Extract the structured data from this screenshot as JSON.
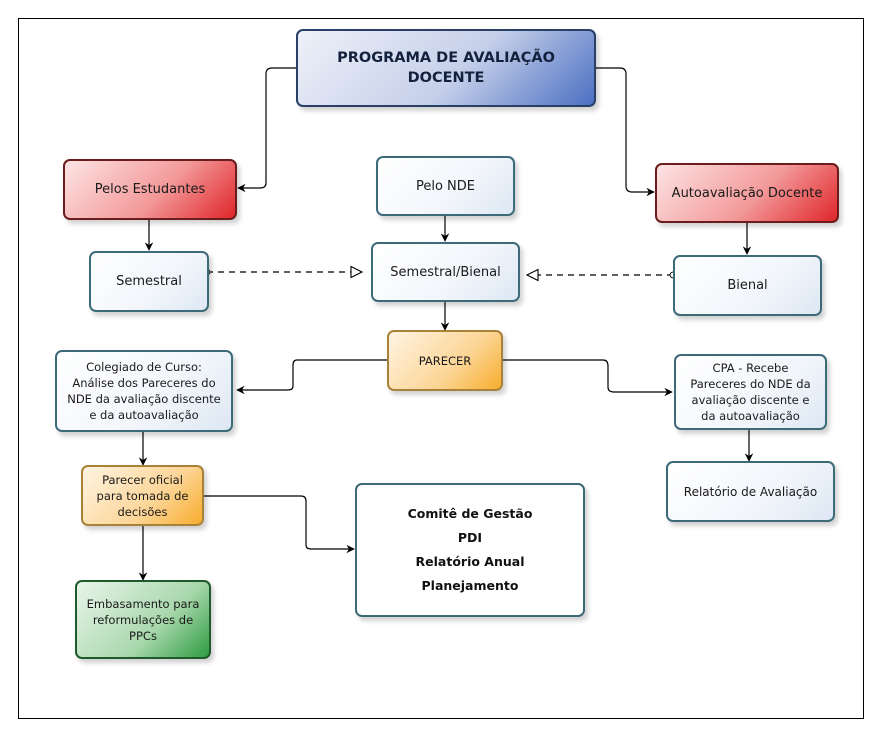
{
  "diagram": {
    "title": "PROGRAMA DE AVALIAÇÃO\nDOCENTE",
    "nodes": {
      "pelos_estudantes": "Pelos Estudantes",
      "pelo_nde": "Pelo NDE",
      "autoavaliacao_docente": "Autoavaliação Docente",
      "semestral": "Semestral",
      "semestral_bienal": "Semestral/Bienal",
      "bienal": "Bienal",
      "parecer": "PARECER",
      "colegiado": "Colegiado  de Curso:\nAnálise dos Pareceres do\nNDE da avaliação discente\ne da autoavaliação",
      "cpa": "CPA - Recebe\nPareceres do NDE da\navaliação discente e\nda autoavaliação",
      "relatorio_avaliacao": "Relatório de  Avaliação",
      "parecer_oficial": "Parecer oficial\npara tomada de\ndecisões",
      "embasamento": "Embasamento para\nreformulações de\nPPCs",
      "comite": "Comitê de Gestão\nPDI\nRelatório Anual\nPlanejamento"
    },
    "colors": {
      "title_fill": "#4b6fc2",
      "red_fill": "#e0262a",
      "orange_fill": "#f7ad2d",
      "green_fill": "#2f9c42",
      "light_border": "#3c6a78"
    },
    "edges": [
      {
        "from": "title",
        "to": "pelos_estudantes",
        "style": "solid"
      },
      {
        "from": "title",
        "to": "autoavaliacao_docente",
        "style": "solid"
      },
      {
        "from": "pelos_estudantes",
        "to": "semestral",
        "style": "solid"
      },
      {
        "from": "pelo_nde",
        "to": "semestral_bienal",
        "style": "solid"
      },
      {
        "from": "autoavaliacao_docente",
        "to": "bienal",
        "style": "solid"
      },
      {
        "from": "semestral",
        "to": "semestral_bienal",
        "style": "dashed"
      },
      {
        "from": "bienal",
        "to": "semestral_bienal",
        "style": "dashed"
      },
      {
        "from": "semestral_bienal",
        "to": "parecer",
        "style": "solid"
      },
      {
        "from": "parecer",
        "to": "colegiado",
        "style": "solid"
      },
      {
        "from": "parecer",
        "to": "cpa",
        "style": "solid"
      },
      {
        "from": "cpa",
        "to": "relatorio_avaliacao",
        "style": "solid"
      },
      {
        "from": "colegiado",
        "to": "parecer_oficial",
        "style": "solid"
      },
      {
        "from": "parecer_oficial",
        "to": "embasamento",
        "style": "solid"
      },
      {
        "from": "parecer_oficial",
        "to": "comite",
        "style": "solid"
      }
    ]
  }
}
